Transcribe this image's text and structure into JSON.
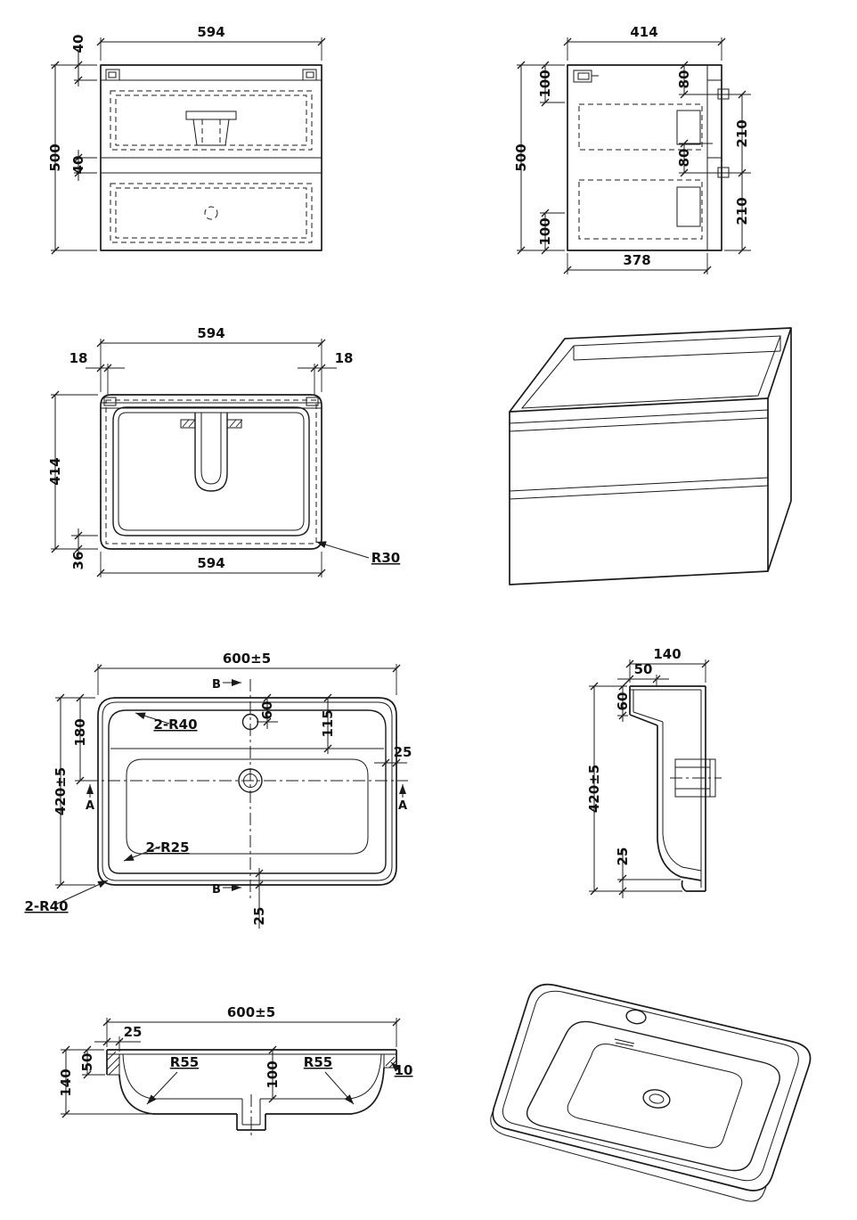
{
  "drawing": {
    "background": "#ffffff",
    "ink": "#1a1a1a"
  },
  "cabinet_front": {
    "width_top": "594",
    "top_rail": "40",
    "height": "500",
    "gap": "40"
  },
  "cabinet_side": {
    "width_top": "414",
    "back_top": "100",
    "slide_top": "80",
    "height": "500",
    "slide_len_top": "210",
    "slide_bottom": "80",
    "back_bottom": "100",
    "slide_len_bottom": "210",
    "width_bottom": "378"
  },
  "cabinet_top": {
    "width_top": "594",
    "offset_left": "18",
    "offset_right": "18",
    "depth": "414",
    "front_edge": "36",
    "width_bottom": "594",
    "corner_radius": "R30"
  },
  "sink_top": {
    "width": "600±5",
    "depth": "420±5",
    "faucet_offset": "60",
    "back_wall": "115",
    "drain_offset": "180",
    "rim_right": "25",
    "rim_front": "25",
    "radius_top": "2-R40",
    "radius_inner": "2-R25",
    "radius_bottom": "2-R40",
    "section_a": "A",
    "section_b": "B"
  },
  "sink_side": {
    "height": "140",
    "rim": "50",
    "ledge": "60",
    "depth": "420±5",
    "front": "25"
  },
  "sink_front": {
    "width": "600±5",
    "rim_left": "25",
    "rim_height": "50",
    "height": "140",
    "radius_left": "R55",
    "radius_right": "R55",
    "basin_depth": "100",
    "edge_right": "10"
  }
}
